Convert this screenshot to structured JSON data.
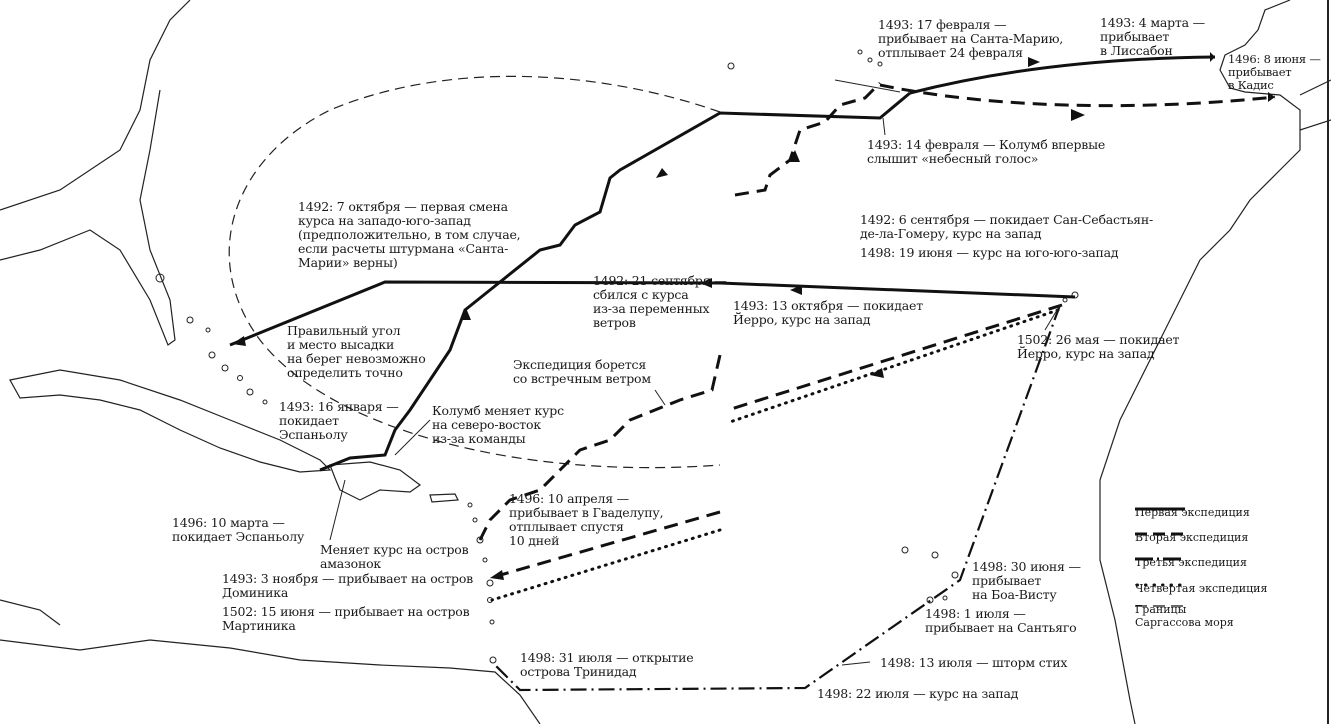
{
  "labels": {
    "santa_maria": "1493: 17 февраля —\nприбывает на Санта-Марию,\nотплывает 24 февраля",
    "lisbon": "1493: 4 марта —\nприбывает\nв Лиссабон",
    "cadiz": "1496: 8 июня —\nприбывает\nв Кадис",
    "heavenly_voice": "1493: 14 февраля — Колумб впервые\nслышит «небесный голос»",
    "course_change": "1492: 7 октября — первая смена\nкурса на западо-юго-запад\n(предположительно, в том случае,\nесли расчеты штурмана «Санта-\nМарии» верны)",
    "gomera": "1492: 6 сентября — покидает Сан-Себастьян-\nде-ла-Гомеру, курс на запад",
    "ssw_course": "1498: 19 июня — курс на юго-юго-запад",
    "lost_course": "1492: 21 сентября —\nсбился с курса\nиз-за переменных\nветров",
    "hierro_1493": "1493: 13 октября — покидает\nЙерро, курс на запад",
    "landing": "Правильный угол\nи место высадки\nна берег невозможно\nопределить точно",
    "hierro_1502": "1502: 26 мая — покидает\nЙерро, курс на запад",
    "headwind": "Экспедиция борется\nсо встречным ветром",
    "leaves_hispaniola_1493": "1493: 16 января —\nпокидает\nЭспаньолу",
    "northeast": "Колумб меняет курс\nна северо-восток\nиз-за команды",
    "guadeloupe": "1496: 10 апреля —\nприбывает в Гваделупу,\nотплывает спустя\n10 дней",
    "leaves_hispaniola_1496": "1496: 10 марта —\nпокидает Эспаньолу",
    "amazons": "Меняет курс на остров\nамазонок",
    "dominica": "1493: 3 ноября — прибывает на остров\nДоминика",
    "martinique": "1502: 15 июня — прибывает на остров\nМартиника",
    "boa_vista": "1498: 30 июня —\nприбывает\nна Боа-Висту",
    "santiago": "1498: 1 июля —\nприбывает на Сантьяго",
    "trinidad": "1498: 31 июля — открытие\nострова Тринидад",
    "storm": "1498: 13 июля — шторм стих",
    "west_course": "1498: 22 июля — курс на запад"
  },
  "legend": [
    {
      "label": "Первая экспедиция",
      "style": "solid"
    },
    {
      "label": "Вторая экспедиция",
      "style": "dashed"
    },
    {
      "label": "Третья экспедиция",
      "style": "dashdot"
    },
    {
      "label": "Четвертая экспедиция",
      "style": "dotted"
    },
    {
      "label": "Границы\nСаргассова моря",
      "style": "thin-dashed"
    }
  ]
}
